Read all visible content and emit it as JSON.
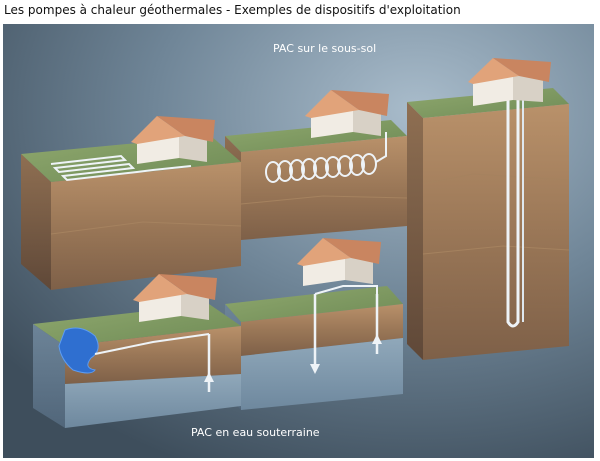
{
  "title": "Les pompes à chaleur géothermales - Exemples de dispositifs d'exploitation",
  "labels": {
    "top": "PAC sur le sous-sol",
    "bottom": "PAC en eau souterraine"
  }
}
